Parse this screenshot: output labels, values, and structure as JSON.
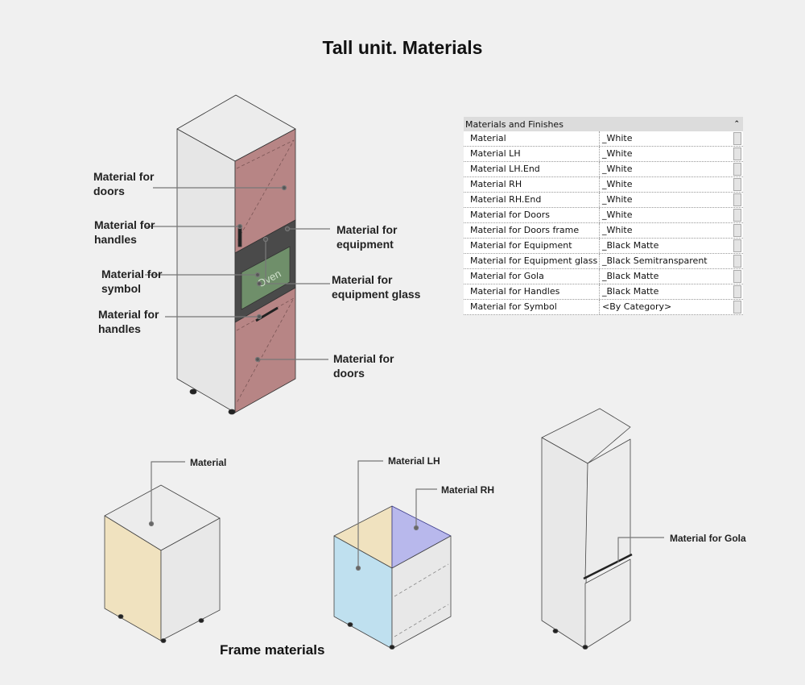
{
  "title": "Tall unit. Materials",
  "frame_title": "Frame materials",
  "oven_symbol": "Oven",
  "tall_unit_labels": {
    "doors_top": "Material for doors",
    "handles_top": "Material for handles",
    "symbol": "Material for symbol",
    "handles_bottom": "Material for handles",
    "equipment": "Material for equipment",
    "equipment_glass": "Material for equipment glass",
    "doors_bottom": "Material for doors"
  },
  "frame_labels": {
    "material": "Material",
    "material_lh": "Material LH",
    "material_rh": "Material RH",
    "gola": "Material for Gola"
  },
  "properties": {
    "group": "Materials and Finishes",
    "collapse_icon": "double-chevron-up",
    "rows": [
      {
        "name": "Material",
        "value": "_White"
      },
      {
        "name": "Material LH",
        "value": "_White"
      },
      {
        "name": "Material LH.End",
        "value": "_White"
      },
      {
        "name": "Material RH",
        "value": "_White"
      },
      {
        "name": "Material RH.End",
        "value": "_White"
      },
      {
        "name": "Material for Doors",
        "value": "_White"
      },
      {
        "name": "Material for Doors frame",
        "value": "_White"
      },
      {
        "name": "Material for Equipment",
        "value": "_Black Matte"
      },
      {
        "name": "Material for Equipment glass",
        "value": "_Black Semitransparent"
      },
      {
        "name": "Material for Gola",
        "value": "_Black Matte"
      },
      {
        "name": "Material for Handles",
        "value": "_Black Matte"
      },
      {
        "name": "Material for Symbol",
        "value": "<By Category>"
      }
    ]
  },
  "colors": {
    "door": "#b78585",
    "oven": "#4a4a4a",
    "glass": "#6f8f6a",
    "yellow": "#f0e2bf",
    "blue": "#bfe0ef",
    "purple": "#b8b8ec"
  }
}
